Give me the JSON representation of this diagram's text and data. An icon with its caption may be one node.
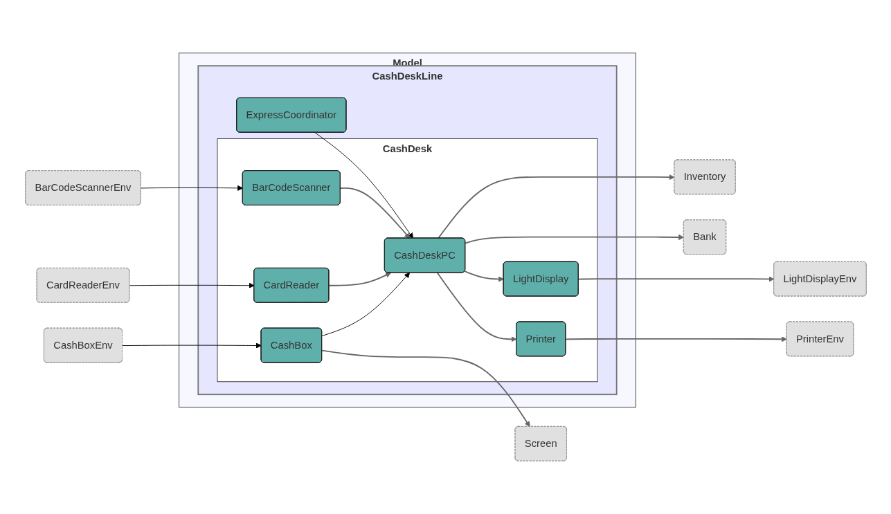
{
  "diagram": {
    "nodes": [
      {
        "text": [
          "Model"
        ]
      },
      {
        "text": [
          "CashDeskLine"
        ],
        "in": 0
      },
      {
        "text": [
          "ExpressCoordinator"
        ],
        "in": 1
      },
      {
        "text": [
          "CashDesk"
        ],
        "in": 1
      },
      {
        "text": [
          "LightDisplay"
        ],
        "in": 3
      },
      {
        "text": [
          "BarCodeScanner"
        ],
        "in": 3
      },
      {
        "text": [
          "CashDeskPC"
        ],
        "in": 3
      },
      {
        "text": [
          "CardReader"
        ],
        "in": 3
      },
      {
        "text": [
          "CashBox"
        ],
        "in": 3
      },
      {
        "text": [
          "Printer"
        ],
        "in": 3
      },
      {
        "text": [
          "LightDisplayEnv"
        ]
      },
      {
        "text": [
          "BarCodeScannerEnv"
        ]
      },
      {
        "text": [
          "Inventory"
        ]
      },
      {
        "text": [
          "Bank"
        ]
      },
      {
        "text": [
          "CardReaderEnv"
        ]
      },
      {
        "text": [
          "Screen"
        ]
      },
      {
        "text": [
          "CashBoxEnv"
        ]
      },
      {
        "text": [
          "PrinterEnv"
        ]
      }
    ],
    "edges": [
      {
        "from": 11,
        "to": 5,
        "arrow": "to",
        "color": "#000000"
      },
      {
        "from": 14,
        "to": 7,
        "arrow": "to",
        "color": "#000000"
      },
      {
        "from": 2,
        "to": 6,
        "arrow": "to",
        "color": "#000000"
      },
      {
        "from": 5,
        "to": 6,
        "arrow": "to"
      },
      {
        "from": 7,
        "to": 6,
        "arrow": "to"
      },
      {
        "from": 8,
        "to": 6,
        "arrow": "to",
        "color": "#000000"
      },
      {
        "from": 6,
        "to": 4,
        "arrow": "to"
      },
      {
        "from": 6,
        "to": 9,
        "arrow": "to"
      },
      {
        "from": 6,
        "to": 12,
        "arrow": "to"
      },
      {
        "from": 6,
        "to": 13,
        "arrow": "to"
      },
      {
        "from": 4,
        "to": 10,
        "arrow": "to"
      },
      {
        "from": 8,
        "to": 15,
        "arrow": "to"
      },
      {
        "from": 16,
        "to": 8,
        "arrow": "to",
        "color": "#000000"
      },
      {
        "from": 9,
        "to": 17,
        "arrow": "to"
      }
    ]
  }
}
